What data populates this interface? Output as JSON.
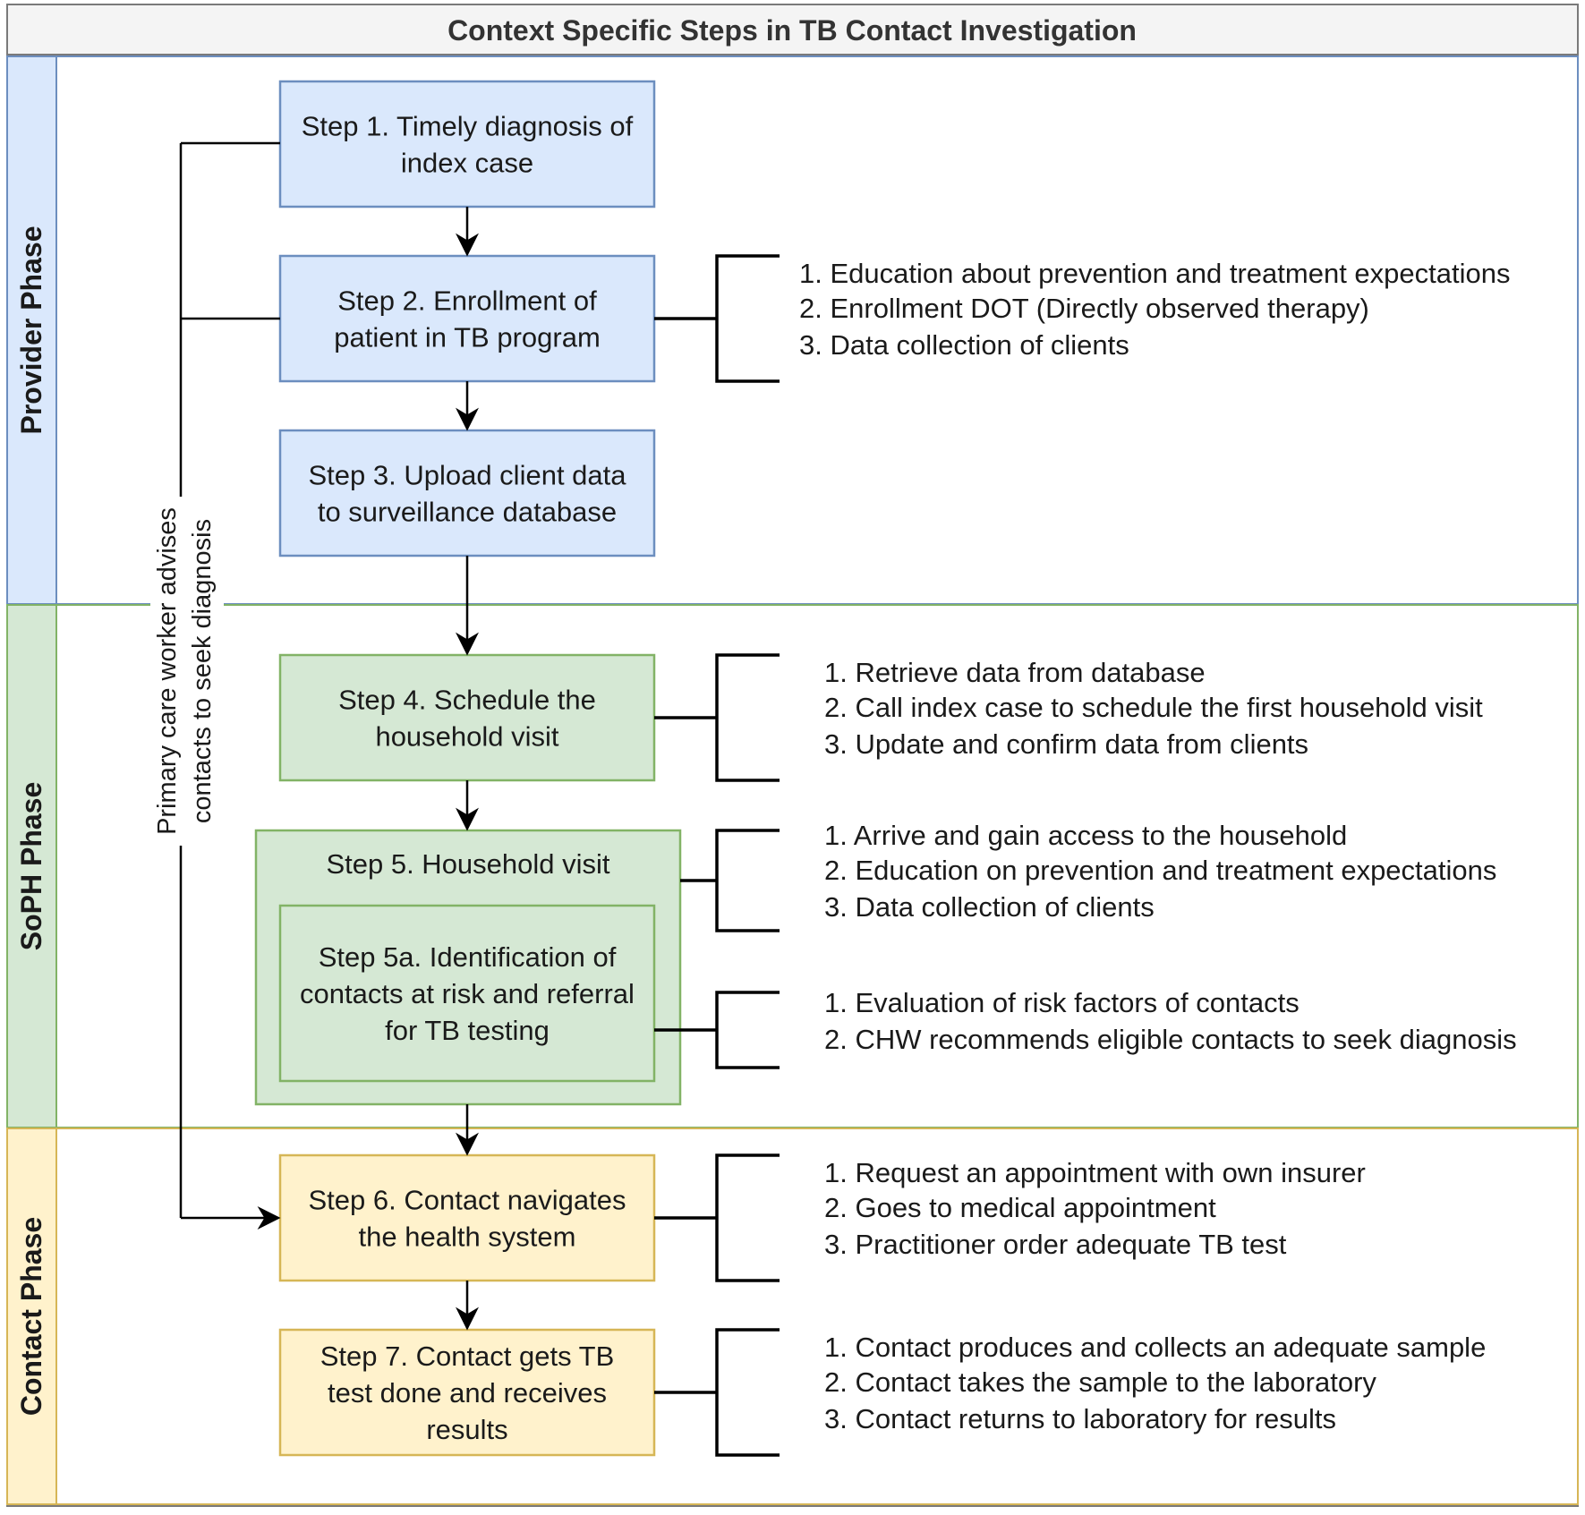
{
  "title": "Context Specific Steps in TB Contact Investigation",
  "colors": {
    "provider_fill": "#dae8fc",
    "provider_stroke": "#6c8ebf",
    "soph_fill": "#d5e8d4",
    "soph_stroke": "#82b366",
    "contact_fill": "#fff2cc",
    "contact_stroke": "#d6b656"
  },
  "lanes": [
    {
      "key": "provider",
      "label": "Provider Phase"
    },
    {
      "key": "soph",
      "label": "SoPH Phase"
    },
    {
      "key": "contact",
      "label": "Contact Phase"
    }
  ],
  "side_note": [
    "Primary care worker advises",
    "contacts to seek diagnosis"
  ],
  "steps": [
    {
      "id": "step-1",
      "lines": [
        "Step 1. Timely diagnosis of",
        "index case"
      ]
    },
    {
      "id": "step-2",
      "lines": [
        "Step 2. Enrollment of",
        "patient in TB program"
      ]
    },
    {
      "id": "step-3",
      "lines": [
        "Step 3. Upload client data",
        "to surveillance database"
      ]
    },
    {
      "id": "step-4",
      "lines": [
        "Step 4. Schedule the",
        "household visit"
      ]
    },
    {
      "id": "step-5",
      "lines": [
        "Step 5. Household visit"
      ]
    },
    {
      "id": "step-5a",
      "lines": [
        "Step 5a. Identification of",
        "contacts at risk and referral",
        "for TB testing"
      ]
    },
    {
      "id": "step-6",
      "lines": [
        "Step 6. Contact navigates",
        "the health system"
      ]
    },
    {
      "id": "step-7",
      "lines": [
        "Step 7. Contact gets TB",
        "test done and receives",
        "results"
      ]
    }
  ],
  "details": [
    {
      "step": "step-2",
      "items": [
        "1. Education about prevention and treatment expectations",
        "2. Enrollment DOT (Directly observed therapy)",
        "3. Data collection of clients"
      ]
    },
    {
      "step": "step-4",
      "items": [
        "1. Retrieve data from database",
        "2. Call index case to schedule the first household visit",
        "3. Update and confirm data from clients"
      ]
    },
    {
      "step": "step-5",
      "items": [
        "1. Arrive and gain access to the household",
        "2. Education on prevention and treatment expectations",
        "3. Data collection of clients"
      ]
    },
    {
      "step": "step-5a",
      "items": [
        "1. Evaluation of risk factors of contacts",
        "2. CHW recommends eligible contacts to seek diagnosis"
      ]
    },
    {
      "step": "step-6",
      "items": [
        "1. Request an appointment with own insurer",
        "2. Goes to medical appointment",
        "3. Practitioner order adequate TB test"
      ]
    },
    {
      "step": "step-7",
      "items": [
        "1. Contact produces and collects an adequate sample",
        "2. Contact takes the sample to the laboratory",
        "3. Contact returns to laboratory for results"
      ]
    }
  ]
}
